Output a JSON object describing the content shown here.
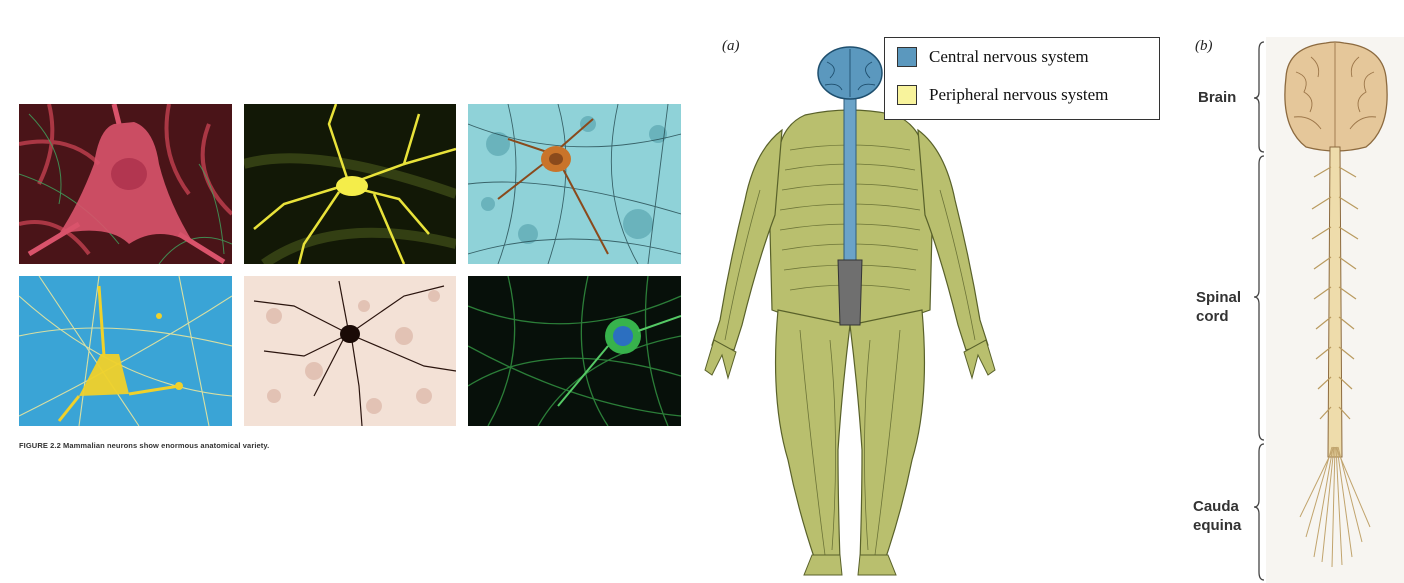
{
  "left_figure": {
    "caption": "FIGURE 2.2 Mammalian neurons show enormous anatomical variety.",
    "colors": {
      "tile1": "#5a1a22",
      "tile2": "#1a2108",
      "tile3": "#5fb7c0",
      "tile4": "#2f9fd0",
      "tile5": "#f1ddd1",
      "tile6": "#0b140b"
    }
  },
  "right_figure": {
    "panel_a_label": "(a)",
    "panel_b_label": "(b)",
    "legend": {
      "items": [
        {
          "label": "Central nervous system",
          "color": "#5b98be"
        },
        {
          "label": "Peripheral nervous system",
          "color": "#f8f39c"
        }
      ]
    },
    "spinal_regions": {
      "brain": "Brain",
      "spinal_line1": "Spinal",
      "spinal_line2": "cord",
      "cauda_line1": "Cauda",
      "cauda_line2": "equina"
    }
  }
}
